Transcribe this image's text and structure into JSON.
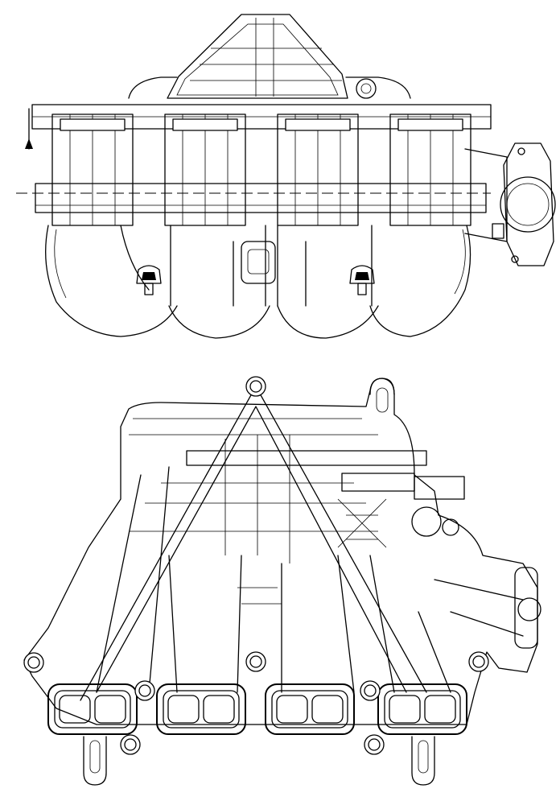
{
  "figure": {
    "views": [
      {
        "id": "top-view",
        "component": "intake-manifest",
        "runner_count": 4
      },
      {
        "id": "bottom-view",
        "component": "intake-manifest",
        "runner_count": 4,
        "port_count": 4,
        "bolt_boss_count": 8
      }
    ],
    "colors": {
      "line": "#000000",
      "background": "#ffffff"
    }
  }
}
